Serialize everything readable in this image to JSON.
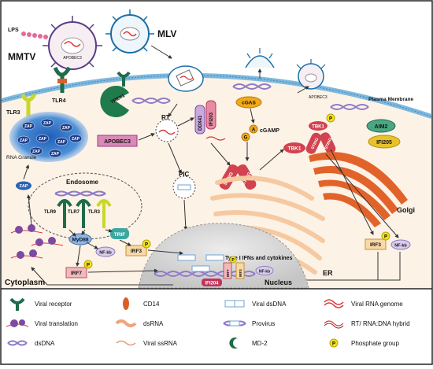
{
  "labels": {
    "lps": "LPS",
    "mmtv": "MMTV",
    "mlv": "MLV",
    "apobec3_virion": "APOBEC3",
    "apobec3_right": "APOBEC3",
    "apobec3_main": "APOBEC3",
    "tlr3_top": "TLR3",
    "tlr4": "TLR4",
    "trex1": "TREX1",
    "zap": "ZAP",
    "rna_granule": "RNA Granule",
    "endosome": "Endosome",
    "tlr9": "TLR9",
    "tlr7": "TLR7",
    "tlr3_endo": "TLR3",
    "myd88": "MyD88",
    "trif": "TRIF",
    "nfkb": "NF-kb",
    "irf3": "IRF3",
    "irf7": "IRF7",
    "rt": "RT",
    "pic": "PIC",
    "ddx41": "DDX41",
    "ifi203": "IFI203",
    "cgas": "cGAS",
    "cgamp": "cGAMP",
    "a": "A",
    "g": "G",
    "sting": "STING",
    "tbk1": "TBK1",
    "aim2": "AIM2",
    "ifi205": "IFI205",
    "plasma_membrane": "Plasma Membrane",
    "golgi": "Golgi",
    "er": "ER",
    "nucleus": "Nucleus",
    "cytoplasm": "Cytoplasm",
    "type1": "Type I IFNs and cytokines",
    "ifi204": "IFI204",
    "p": "P"
  },
  "legend": [
    {
      "label": "Viral receptor",
      "icon": "viral-receptor"
    },
    {
      "label": "CD14",
      "icon": "cd14"
    },
    {
      "label": "Viral dsDNA",
      "icon": "viral-dsdna"
    },
    {
      "label": "Viral RNA genome",
      "icon": "viral-rna-genome"
    },
    {
      "label": "Viral translation",
      "icon": "viral-translation"
    },
    {
      "label": "dsRNA",
      "icon": "dsrna"
    },
    {
      "label": "Provirus",
      "icon": "provirus"
    },
    {
      "label": "RT/ RNA:DNA hybrid",
      "icon": "rt-rna-dna-hybrid"
    },
    {
      "label": "dsDNA",
      "icon": "dsdna"
    },
    {
      "label": "Viral ssRNA",
      "icon": "viral-ssrna"
    },
    {
      "label": "MD-2",
      "icon": "md-2"
    },
    {
      "label": "Phosphate group",
      "icon": "phosphate-group"
    }
  ],
  "colors": {
    "cytoplasm": "#fdf2e6",
    "membrane": "#7fb8dd",
    "golgi": "#e2632a",
    "er": "#f6c9a1",
    "nucleus": "#d8d8d8",
    "sting": "#d2424f",
    "receptor": "#1f6b4a",
    "tlr_yellow": "#c9d72a",
    "zap": "#2a62b4",
    "apobec": "#c54a8a",
    "aim2": "#49a883",
    "ifi205": "#e8c12d",
    "cgas": "#f0a91b",
    "phosphate": "#f4e31a",
    "dsdna": "#8e7bc6"
  }
}
